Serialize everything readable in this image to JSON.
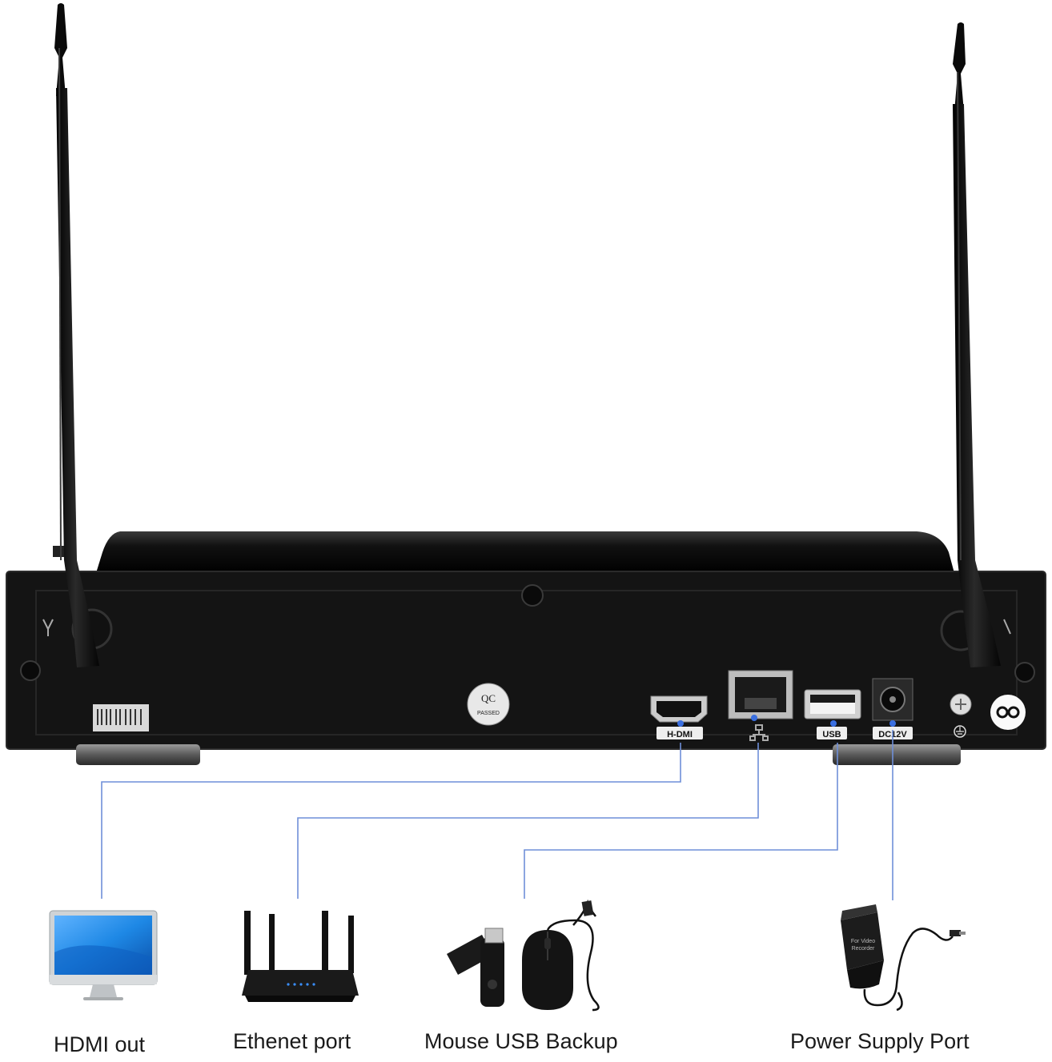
{
  "device": {
    "port_labels": {
      "hdmi": "H-DMI",
      "usb": "USB",
      "dc": "DC12V"
    },
    "qc_sticker": {
      "line1": "QC",
      "line2": "PASSED"
    },
    "adapter_label": {
      "line1": "For Video",
      "line2": "Recorder"
    }
  },
  "captions": {
    "hdmi": "HDMI out",
    "ethernet": "Ethenet port",
    "usb": "Mouse USB Backup",
    "power": "Power Supply Port"
  },
  "colors": {
    "connector_line": "#6f8fd8",
    "connector_dot": "#3a6fe0",
    "device_body": "#141414",
    "background": "#ffffff"
  }
}
